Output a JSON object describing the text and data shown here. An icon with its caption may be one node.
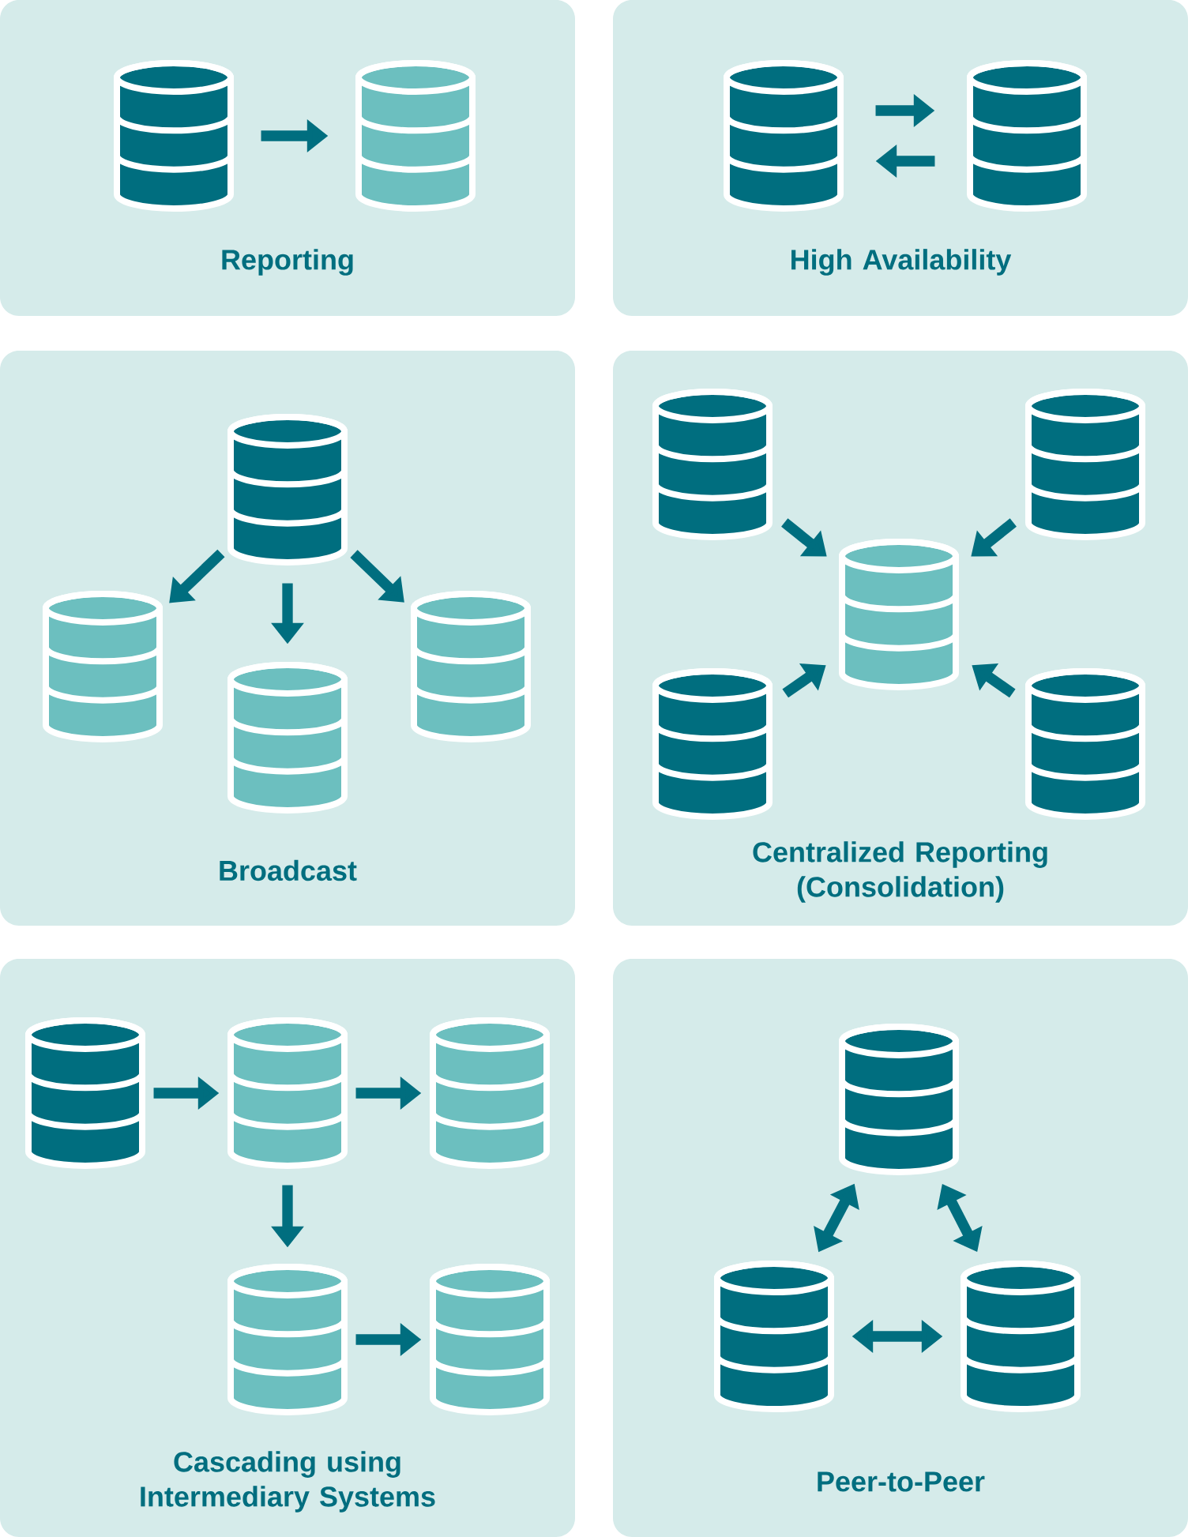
{
  "diagram": {
    "nodes": [
      {
        "text": [
          "Reporting"
        ]
      },
      {
        "text": [],
        "shape": "cylinder",
        "in": 0
      },
      {
        "text": [],
        "shape": "cylinder",
        "in": 0
      },
      {
        "text": [
          "High Availability"
        ]
      },
      {
        "text": [],
        "shape": "cylinder",
        "in": 3
      },
      {
        "text": [],
        "shape": "cylinder",
        "in": 3
      },
      {
        "text": [
          "Broadcast"
        ]
      },
      {
        "text": [],
        "shape": "cylinder",
        "in": 6
      },
      {
        "text": [],
        "shape": "cylinder",
        "in": 6
      },
      {
        "text": [],
        "shape": "cylinder",
        "in": 6
      },
      {
        "text": [],
        "shape": "cylinder",
        "in": 6
      },
      {
        "text": [
          "Centralized Reporting (Consolidation)"
        ]
      },
      {
        "text": [],
        "shape": "cylinder",
        "in": 11
      },
      {
        "text": [],
        "shape": "cylinder",
        "in": 11
      },
      {
        "text": [],
        "shape": "cylinder",
        "in": 11
      },
      {
        "text": [],
        "shape": "cylinder",
        "in": 11
      },
      {
        "text": [],
        "shape": "cylinder",
        "in": 11
      },
      {
        "text": [
          "Cascading using Intermediary Systems"
        ]
      },
      {
        "text": [],
        "shape": "cylinder",
        "in": 17
      },
      {
        "text": [],
        "shape": "cylinder",
        "in": 17
      },
      {
        "text": [],
        "shape": "cylinder",
        "in": 17
      },
      {
        "text": [],
        "shape": "cylinder",
        "in": 17
      },
      {
        "text": [],
        "shape": "cylinder",
        "in": 17
      },
      {
        "text": [
          "Peer-to-Peer"
        ]
      },
      {
        "text": [],
        "shape": "cylinder",
        "in": 23
      },
      {
        "text": [],
        "shape": "cylinder",
        "in": 23
      },
      {
        "text": [],
        "shape": "cylinder",
        "in": 23
      }
    ],
    "edges": [
      {
        "from": 1,
        "to": 2,
        "arrow": "to"
      },
      {
        "from": 4,
        "to": 5,
        "arrow": "to"
      },
      {
        "from": 5,
        "to": 4,
        "arrow": "to"
      },
      {
        "from": 7,
        "to": 8,
        "arrow": "to"
      },
      {
        "from": 7,
        "to": 9,
        "arrow": "to"
      },
      {
        "from": 7,
        "to": 10,
        "arrow": "to"
      },
      {
        "from": 12,
        "to": 14,
        "arrow": "to"
      },
      {
        "from": 13,
        "to": 14,
        "arrow": "to"
      },
      {
        "from": 15,
        "to": 14,
        "arrow": "to"
      },
      {
        "from": 16,
        "to": 14,
        "arrow": "to"
      },
      {
        "from": 18,
        "to": 19,
        "arrow": "to"
      },
      {
        "from": 19,
        "to": 20,
        "arrow": "to"
      },
      {
        "from": 19,
        "to": 21,
        "arrow": "to"
      },
      {
        "from": 21,
        "to": 22,
        "arrow": "to"
      },
      {
        "from": 24,
        "to": 25,
        "arrow": "both"
      },
      {
        "from": 24,
        "to": 26,
        "arrow": "both"
      },
      {
        "from": 25,
        "to": 26,
        "arrow": "both"
      }
    ]
  }
}
